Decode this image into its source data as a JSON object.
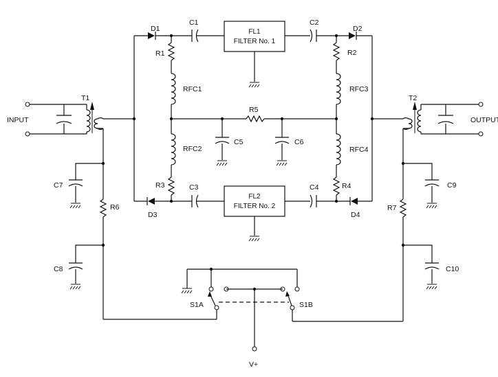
{
  "labels": {
    "input": "INPUT",
    "output": "OUTPUT",
    "t1": "T1",
    "t2": "T2",
    "d1": "D1",
    "d2": "D2",
    "d3": "D3",
    "d4": "D4",
    "c1": "C1",
    "c2": "C2",
    "c3": "C3",
    "c4": "C4",
    "c5": "C5",
    "c6": "C6",
    "c7": "C7",
    "c8": "C8",
    "c9": "C9",
    "c10": "C10",
    "r1": "R1",
    "r2": "R2",
    "r3": "R3",
    "r4": "R4",
    "r5": "R5",
    "r6": "R6",
    "r7": "R7",
    "rfc1": "RFC1",
    "rfc2": "RFC2",
    "rfc3": "RFC3",
    "rfc4": "RFC4",
    "fl1_name": "FL1",
    "fl1_desc": "FILTER No. 1",
    "fl2_name": "FL2",
    "fl2_desc": "FILTER No. 2",
    "s1a": "S1A",
    "s1b": "S1B",
    "vplus": "V+"
  }
}
